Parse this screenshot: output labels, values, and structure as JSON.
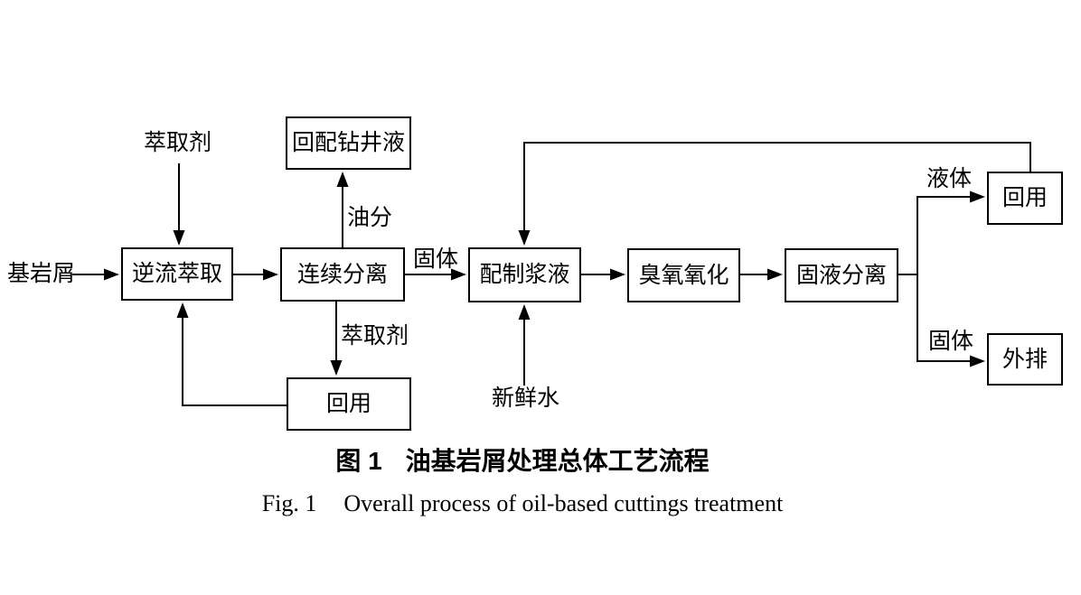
{
  "figure": {
    "caption_zh_prefix": "图 1",
    "caption_zh_title": "油基岩屑处理总体工艺流程",
    "caption_en_prefix": "Fig. 1",
    "caption_en_title": "Overall process of oil-based cuttings treatment"
  },
  "boxes": {
    "recycled_drilling_fluid": "回配钻井液",
    "countercurrent_extraction": "逆流萃取",
    "continuous_separation": "连续分离",
    "slurry_preparation": "配制浆液",
    "ozone_oxidation": "臭氧氧化",
    "solid_liquid_separation": "固液分离",
    "reuse_extractant": "回用",
    "reuse_liquid": "回用",
    "discharge_solid": "外排"
  },
  "stream_labels": {
    "feed": "基岩屑",
    "extractant_in": "萃取剂",
    "oil_fraction": "油分",
    "solid_to_slurry": "固体",
    "extractant_recycle": "萃取剂",
    "fresh_water": "新鲜水",
    "liquid_out": "液体",
    "solid_out": "固体"
  },
  "colors": {
    "line": "#000000",
    "background": "#ffffff"
  }
}
